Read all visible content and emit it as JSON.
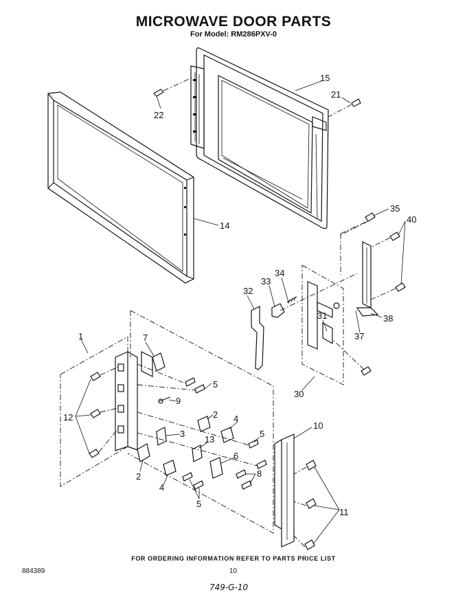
{
  "header": {
    "title": "MICROWAVE DOOR PARTS",
    "subtitle": "For Model: RM286PXV-0"
  },
  "callouts": [
    {
      "id": "c15",
      "text": "15"
    },
    {
      "id": "c21",
      "text": "21"
    },
    {
      "id": "c22",
      "text": "22"
    },
    {
      "id": "c14",
      "text": "14"
    },
    {
      "id": "c35",
      "text": "35"
    },
    {
      "id": "c40",
      "text": "40"
    },
    {
      "id": "c34",
      "text": "34"
    },
    {
      "id": "c33",
      "text": "33"
    },
    {
      "id": "c32",
      "text": "32"
    },
    {
      "id": "c31",
      "text": "31"
    },
    {
      "id": "c38",
      "text": "38"
    },
    {
      "id": "c37",
      "text": "37"
    },
    {
      "id": "c30",
      "text": "30"
    },
    {
      "id": "c1",
      "text": "1"
    },
    {
      "id": "c7",
      "text": "7"
    },
    {
      "id": "c5a",
      "text": "5"
    },
    {
      "id": "c9",
      "text": "9"
    },
    {
      "id": "c12",
      "text": "12"
    },
    {
      "id": "c2a",
      "text": "2"
    },
    {
      "id": "c4a",
      "text": "4"
    },
    {
      "id": "c3",
      "text": "3"
    },
    {
      "id": "c13",
      "text": "13"
    },
    {
      "id": "c5b",
      "text": "5"
    },
    {
      "id": "c10",
      "text": "10"
    },
    {
      "id": "c6",
      "text": "6"
    },
    {
      "id": "c8",
      "text": "8"
    },
    {
      "id": "c2b",
      "text": "2"
    },
    {
      "id": "c4b",
      "text": "4"
    },
    {
      "id": "c5c",
      "text": "5"
    },
    {
      "id": "c11",
      "text": "11"
    }
  ],
  "footer": {
    "note": "FOR ORDERING INFORMATION REFER TO PARTS PRICE LIST",
    "doc_number": "884389",
    "page_number": "10",
    "handwritten": "749-G-10"
  }
}
